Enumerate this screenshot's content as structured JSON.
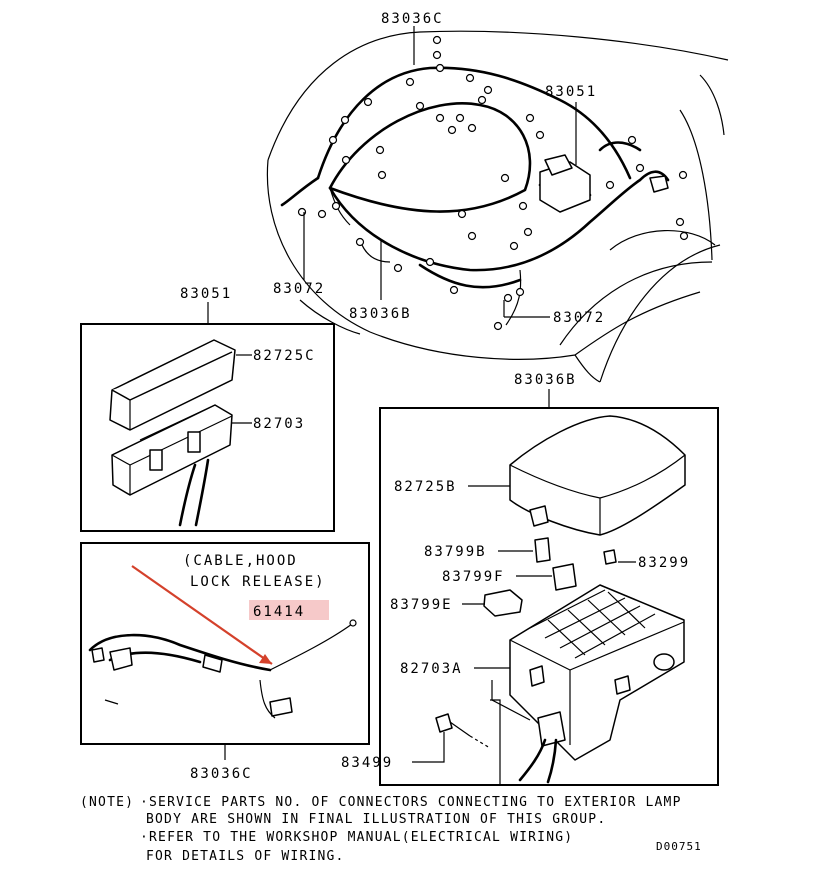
{
  "labels": {
    "top_harness": "83036C",
    "top_relay_box": "83051",
    "top_left_clip": "83072",
    "top_center_harness": "83036B",
    "top_right_clip": "83072",
    "relay_box_title": "83051",
    "relay_cover": "82725C",
    "relay_base": "82703",
    "junction_title": "83036B",
    "junction_cover": "82725B",
    "relay_b": "83799B",
    "relay_f": "83799F",
    "relay_e": "83799E",
    "junction_block": "82703A",
    "connector_83299": "83299",
    "bolt": "83499",
    "cable_harness": "83036C"
  },
  "cable_title_line1": "(CABLE,HOOD",
  "cable_title_line2": "LOCK RELEASE)",
  "cable_part": "61414",
  "note": {
    "prefix": "(NOTE)",
    "line1": "·SERVICE PARTS NO. OF CONNECTORS CONNECTING TO EXTERIOR LAMP",
    "line2": "BODY ARE SHOWN IN FINAL ILLUSTRATION OF THIS GROUP.",
    "line3": "·REFER TO THE WORKSHOP MANUAL(ELECTRICAL WIRING)",
    "line4": "FOR DETAILS OF WIRING."
  },
  "diagram_code": "D00751",
  "colors": {
    "arrow": "#d4412b",
    "highlight": "#f6c9c9"
  }
}
